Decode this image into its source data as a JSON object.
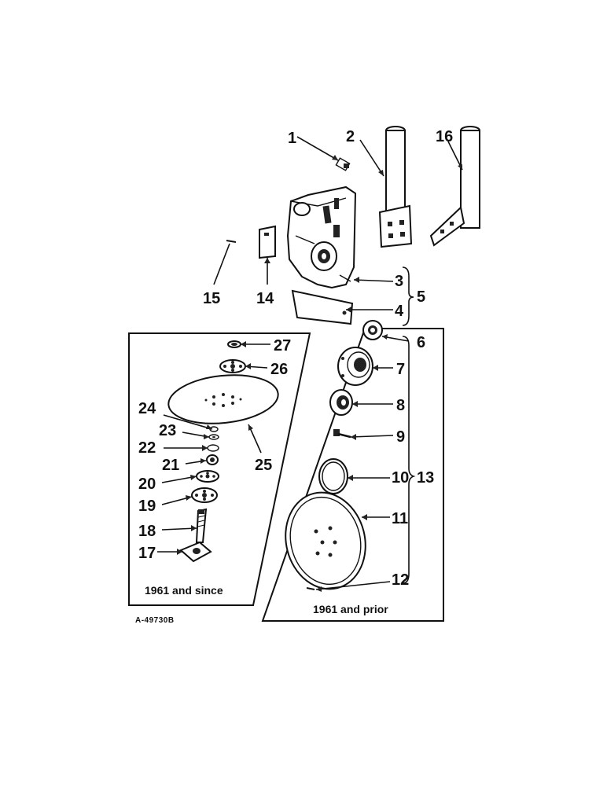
{
  "callouts": {
    "c1": "1",
    "c2": "2",
    "c3": "3",
    "c4": "4",
    "c5": "5",
    "c6": "6",
    "c7": "7",
    "c8": "8",
    "c9": "9",
    "c10": "10",
    "c11": "11",
    "c12": "12",
    "c13": "13",
    "c14": "14",
    "c15": "15",
    "c16": "16",
    "c17": "17",
    "c18": "18",
    "c19": "19",
    "c20": "20",
    "c21": "21",
    "c22": "22",
    "c23": "23",
    "c24": "24",
    "c25": "25",
    "c26": "26",
    "c27": "27"
  },
  "captions": {
    "left_panel": "1961 and since",
    "right_panel": "1961 and prior"
  },
  "reference_number": "A-49730B"
}
